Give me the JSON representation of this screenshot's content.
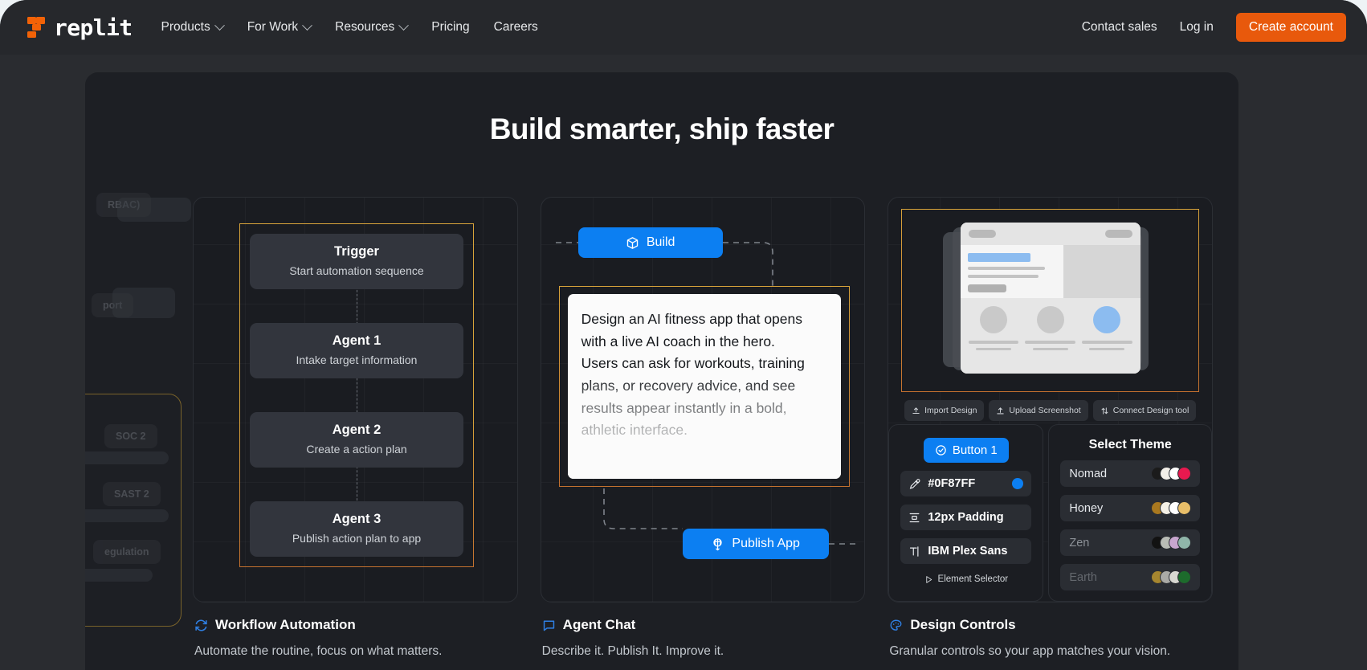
{
  "header": {
    "brand": "replit",
    "nav": [
      {
        "label": "Products",
        "has_caret": true
      },
      {
        "label": "For Work",
        "has_caret": true
      },
      {
        "label": "Resources",
        "has_caret": true
      },
      {
        "label": "Pricing",
        "has_caret": false
      },
      {
        "label": "Careers",
        "has_caret": false
      }
    ],
    "contact_sales": "Contact sales",
    "log_in": "Log in",
    "create_account": "Create account",
    "cta_color": "#E8590C"
  },
  "main": {
    "title": "Build smarter, ship faster"
  },
  "background_ghosts": {
    "chips": [
      "RBAC)",
      "port",
      "SOC 2",
      "SAST 2",
      "egulation"
    ]
  },
  "cards": [
    {
      "id": "workflow-automation",
      "title": "Workflow Automation",
      "description": "Automate the routine, focus on what matters.",
      "icon": "refresh-icon",
      "icon_color": "#2f7fe3",
      "frame_color": "#d8a33a",
      "nodes": [
        {
          "title": "Trigger",
          "sub": "Start automation sequence"
        },
        {
          "title": "Agent 1",
          "sub": "Intake target information"
        },
        {
          "title": "Agent 2",
          "sub": "Create a action plan"
        },
        {
          "title": "Agent 3",
          "sub": "Publish action plan to app"
        }
      ]
    },
    {
      "id": "agent-chat",
      "title": "Agent Chat",
      "description": "Describe it. Publish It. Improve it.",
      "icon": "chat-bubble-icon",
      "icon_color": "#2f7fe3",
      "build_button": {
        "label": "Build",
        "icon": "cube-icon",
        "color": "#0c7ff2"
      },
      "publish_button": {
        "label": "Publish App",
        "icon": "rocket-icon",
        "color": "#0c7ff2"
      },
      "prompt_lines": [
        "Design an AI fitness app that opens",
        "with a live AI coach in the hero.",
        "Users can ask for workouts, training",
        "plans, or recovery advice, and see",
        "results appear instantly in a bold,",
        "athletic interface."
      ]
    },
    {
      "id": "design-controls",
      "title": "Design Controls",
      "description": "Granular controls so your app matches your vision.",
      "icon": "palette-icon",
      "icon_color": "#2f7fe3",
      "import_chips": [
        {
          "label": "Import Design",
          "icon": "import-icon"
        },
        {
          "label": "Upload Screenshot",
          "icon": "upload-icon"
        },
        {
          "label": "Connect Design tool",
          "icon": "connect-icon"
        }
      ],
      "element_button": {
        "label": "Button 1",
        "icon": "check-circle-icon",
        "color": "#0c7ff2"
      },
      "properties": [
        {
          "label": "#0F87FF",
          "icon": "eyedropper-icon",
          "swatch": "#0c7ff2"
        },
        {
          "label": "12px Padding",
          "icon": "padding-icon",
          "swatch": ""
        },
        {
          "label": "IBM Plex Sans",
          "icon": "text-cursor-icon",
          "swatch": ""
        }
      ],
      "element_selector": {
        "label": "Element Selector",
        "icon": "cursor-icon"
      },
      "theme_title": "Select Theme",
      "themes": [
        {
          "name": "Nomad",
          "colors": [
            "#1b1b1b",
            "#f2efe9",
            "#ffffff",
            "#e8194f"
          ]
        },
        {
          "name": "Honey",
          "colors": [
            "#a9781f",
            "#f5f1e6",
            "#ffffff",
            "#e8be69"
          ]
        },
        {
          "name": "Zen",
          "colors": [
            "#121212",
            "#b9bcb6",
            "#c8a6cf",
            "#8fb5a9"
          ]
        },
        {
          "name": "Earth",
          "colors": [
            "#a6862f",
            "#aaaaa6",
            "#d8d8d2",
            "#1d6b2c"
          ]
        }
      ]
    }
  ]
}
